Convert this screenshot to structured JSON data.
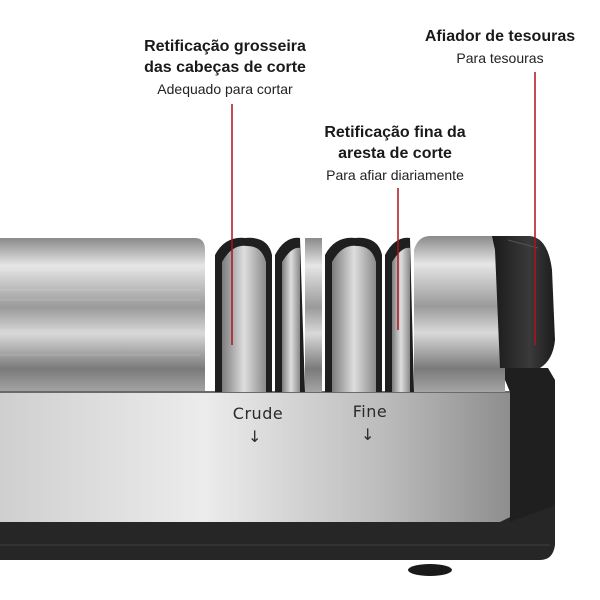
{
  "labels": {
    "coarse": {
      "title_line1": "Retificação grosseira",
      "title_line2": "das cabeças de corte",
      "subtitle": "Adequado para cortar"
    },
    "fine": {
      "title_line1": "Retificação fina da",
      "title_line2": "aresta de corte",
      "subtitle": "Para afiar diariamente"
    },
    "scissors": {
      "title": "Afiador de tesouras",
      "subtitle": "Para tesouras"
    }
  },
  "slots": {
    "crude_label": "Crude",
    "fine_label": "Fine",
    "arrow_glyph": "↓"
  },
  "colors": {
    "pointer_line": "#b1121c",
    "steel_light": "#dcdcdc",
    "steel_dark": "#6f6f6f",
    "black_plastic": "#1e1e1e"
  }
}
